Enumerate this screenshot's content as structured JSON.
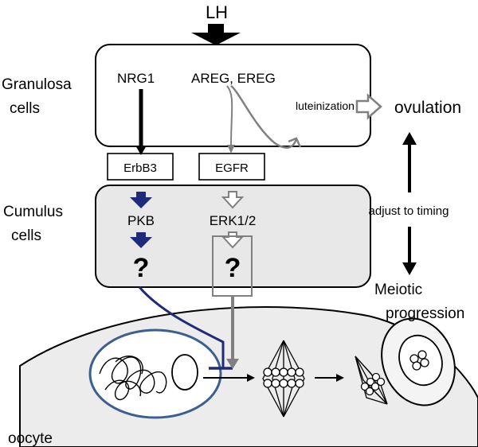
{
  "top_signal": "LH",
  "granulosa": {
    "label_line1": "Granulosa",
    "label_line2": "cells",
    "ligand_left": "NRG1",
    "ligand_right": "AREG, EREG",
    "process": "luteinization"
  },
  "receptors": {
    "left": "ErbB3",
    "right": "EGFR"
  },
  "cumulus": {
    "label_line1": "Cumulus",
    "label_line2": "cells",
    "left_kinase": "PKB",
    "right_kinase": "ERK1/2",
    "unknown_left": "?",
    "unknown_right": "?"
  },
  "outcomes": {
    "ovulation": "ovulation",
    "timing": "adjust to timing",
    "meiotic_line1": "Meiotic",
    "meiotic_line2": "progression"
  },
  "oocyte_label": "oocyte",
  "colors": {
    "pkb_pathway": "#1f2a7a",
    "erk_pathway": "#808080",
    "nucleus_border": "#3d5f8f",
    "cumulus_fill": "#e8e8e8",
    "oocyte_fill": "#ececec"
  }
}
